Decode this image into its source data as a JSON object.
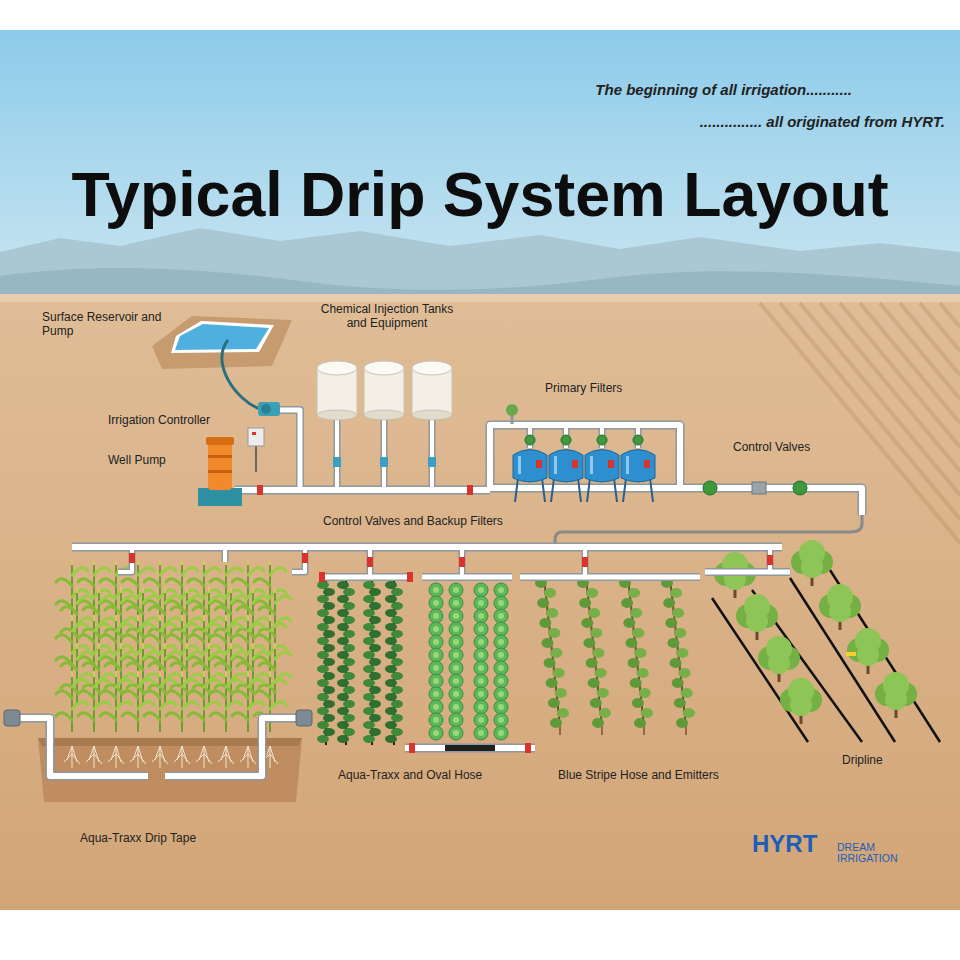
{
  "diagram": {
    "title": "Typical Drip System Layout",
    "labels": [
      "The beginning of all irrigation...........",
      "............... all originated from HYRT.",
      "Surface Reservoir and Pump",
      "Chemical Injection Tanks and Equipment",
      "Primary Filters",
      "Irrigation Controller",
      "Well Pump",
      "Control Valves",
      "Control Valves and Backup Filters",
      "Aqua-Traxx and Oval Hose",
      "Blue Stripe Hose and Emitters",
      "Dripline",
      "Aqua-Traxx Drip Tape",
      "HYRT",
      "DREAM IRRIGATION"
    ]
  }
}
